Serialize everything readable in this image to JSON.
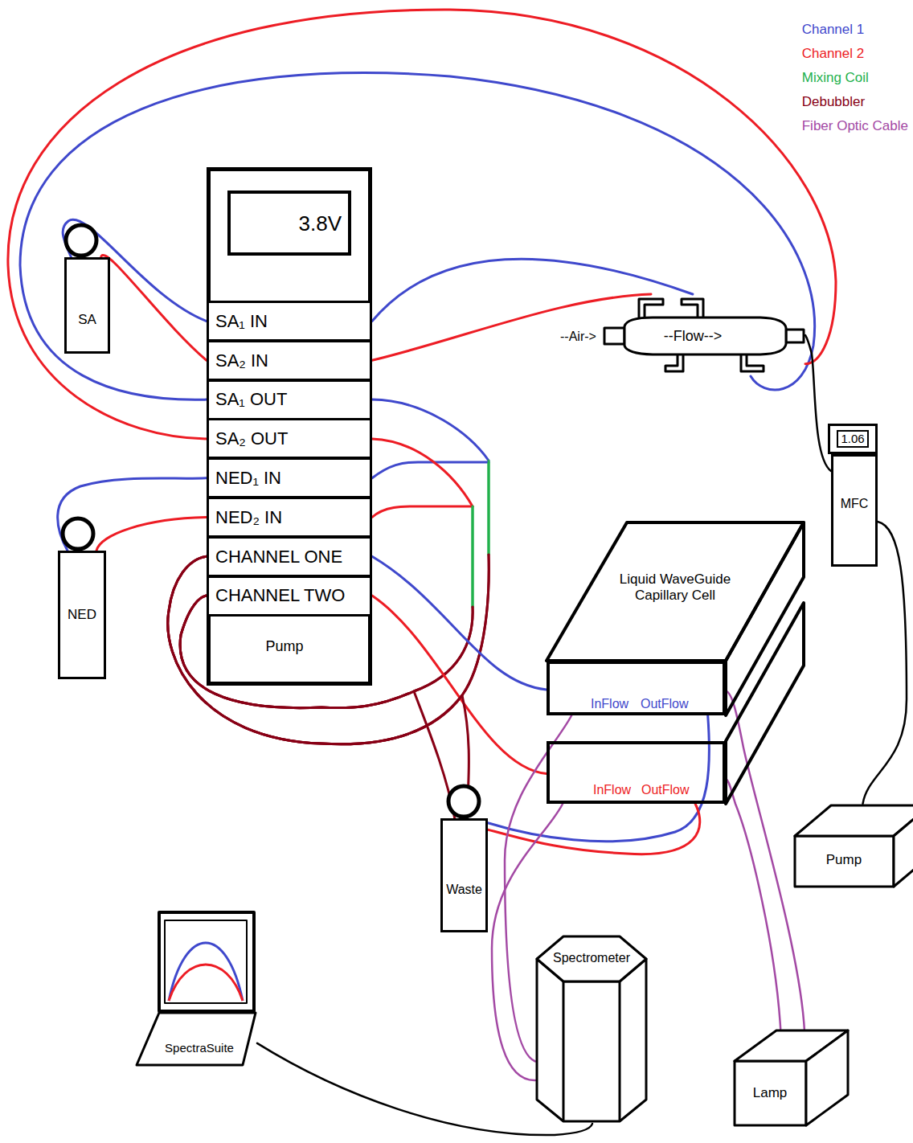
{
  "diagram": {
    "nodes": [
      {
        "text": [
          "SA"
        ]
      },
      {
        "text": [
          "NED"
        ]
      },
      {
        "text": [
          "Pump"
        ]
      },
      {
        "text": [
          "3.8V"
        ],
        "in": 2
      },
      {
        "text": [
          "SA₁ IN"
        ],
        "in": 2
      },
      {
        "text": [
          "SA₂ IN"
        ],
        "in": 2
      },
      {
        "text": [
          "SA₁ OUT"
        ],
        "in": 2
      },
      {
        "text": [
          "SA₂ OUT"
        ],
        "in": 2
      },
      {
        "text": [
          "NED₁ IN"
        ],
        "in": 2
      },
      {
        "text": [
          "NED₂ IN"
        ],
        "in": 2
      },
      {
        "text": [
          "CHANNEL ONE"
        ],
        "in": 2
      },
      {
        "text": [
          "CHANNEL TWO"
        ],
        "in": 2
      },
      {
        "text": [
          "--Flow-->"
        ]
      },
      {
        "text": [
          "1.06"
        ]
      },
      {
        "text": [
          "MFC"
        ]
      },
      {
        "text": [
          "Liquid WaveGuide Capillary Cell"
        ]
      },
      {
        "text": [
          "InFlow",
          "OutFlow"
        ],
        "in": 15
      },
      {
        "text": [
          "InFlow",
          "OutFlow"
        ],
        "in": 15
      },
      {
        "text": [
          "Pump"
        ]
      },
      {
        "text": [
          "Waste"
        ]
      },
      {
        "text": [
          "SpectraSuite"
        ]
      },
      {
        "text": [
          "Spectrometer"
        ]
      },
      {
        "text": [
          "Lamp"
        ]
      }
    ],
    "edges": [
      {
        "from": 0,
        "to": 4,
        "arrow": "none"
      },
      {
        "from": 0,
        "to": 5,
        "arrow": "none"
      },
      {
        "from": 4,
        "to": 12,
        "arrow": "none"
      },
      {
        "from": 5,
        "to": 12,
        "arrow": "none"
      },
      {
        "from": 12,
        "to": 6,
        "arrow": "none"
      },
      {
        "from": 12,
        "to": 7,
        "arrow": "none"
      },
      {
        "from": 1,
        "to": 8,
        "arrow": "none"
      },
      {
        "from": 1,
        "to": 9,
        "arrow": "none"
      },
      {
        "from": 6,
        "to": 10,
        "arrow": "none"
      },
      {
        "from": 8,
        "to": 10,
        "arrow": "none"
      },
      {
        "from": 7,
        "to": 11,
        "arrow": "none"
      },
      {
        "from": 9,
        "to": 11,
        "arrow": "none"
      },
      {
        "from": 10,
        "to": 16,
        "arrow": "none"
      },
      {
        "from": 11,
        "to": 17,
        "arrow": "none"
      },
      {
        "from": 10,
        "to": 19,
        "arrow": "none"
      },
      {
        "from": 11,
        "to": 19,
        "arrow": "none"
      },
      {
        "from": 16,
        "to": 19,
        "arrow": "none"
      },
      {
        "from": 17,
        "to": 19,
        "arrow": "none"
      },
      {
        "from": 22,
        "to": 16,
        "arrow": "none"
      },
      {
        "from": 22,
        "to": 17,
        "arrow": "none"
      },
      {
        "from": 16,
        "to": 21,
        "arrow": "none"
      },
      {
        "from": 17,
        "to": 21,
        "arrow": "none"
      },
      {
        "from": 18,
        "to": 14,
        "arrow": "none"
      },
      {
        "from": 14,
        "to": 12,
        "arrow": "none"
      },
      {
        "from": 20,
        "to": 21,
        "arrow": "none"
      }
    ],
    "labels": [
      "--Air->"
    ],
    "legend": [
      {
        "text": "Channel 1",
        "color": "#3f48cc"
      },
      {
        "text": "Channel 2",
        "color": "#ed1c24"
      },
      {
        "text": "Mixing Coil",
        "color": "#22b14c"
      },
      {
        "text": "Debubbler",
        "color": "#880015"
      },
      {
        "text": "Fiber Optic Cable",
        "color": "#a349a4"
      }
    ]
  }
}
